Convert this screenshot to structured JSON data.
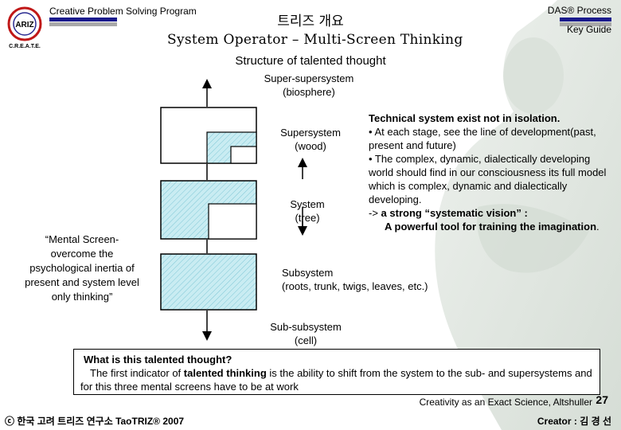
{
  "header": {
    "program_label": "Creative Problem Solving Program",
    "title_korean": "트리즈 개요",
    "title_english": "System Operator – Multi-Screen Thinking",
    "das_label": "DAS® Process",
    "key_guide": "Key Guide",
    "logo_text_top": "ARIZ",
    "logo_text_bottom": "C.R.E.A.T.E."
  },
  "diagram": {
    "heading": "Structure of talented thought",
    "super_supersystem": [
      "Super-supersystem",
      "(biosphere)"
    ],
    "supersystem": [
      "Supersystem",
      "(wood)"
    ],
    "system": [
      "System",
      "(tree)"
    ],
    "subsystem": [
      "Subsystem",
      "(roots, trunk, twigs, leaves, etc.)"
    ],
    "sub_subsystem": [
      "Sub-subsystem",
      "(cell)"
    ]
  },
  "mental_screen": {
    "text": "“Mental Screen- overcome the psychological inertia of present and system level only thinking”"
  },
  "technical_note": {
    "heading": "Technical system exist not in isolation.",
    "bullet1": "• At each stage, see the line of development(past, present and future)",
    "bullet2": "• The complex, dynamic, dialectically developing world should find in our consciousness its full model which is complex, dynamic and dialectically developing.",
    "arrow_prefix": "-> ",
    "conclusion1": "a strong “systematic vision” :",
    "conclusion2": "A powerful tool for training the imagination",
    "period": "."
  },
  "question_box": {
    "question": "What is this talented thought?",
    "answer_pre": "The first indicator of ",
    "answer_bold": "talented thinking",
    "answer_post": " is the ability to shift from the system to the sub- and supersystems and for this three mental screens have to be at work"
  },
  "footer": {
    "source": "Creativity as an Exact Science, Altshuller",
    "page_number": "27",
    "left": "ⓒ 한국 고려 트리즈 연구소 TaoTRIZ® 2007",
    "right": "Creator : 김 경 선"
  },
  "colors": {
    "bar_top": "#1a1a8c",
    "bar_bottom": "#a9a9a9",
    "hatch": "#c9ecf2",
    "hatch_line": "#7fc7d6"
  }
}
